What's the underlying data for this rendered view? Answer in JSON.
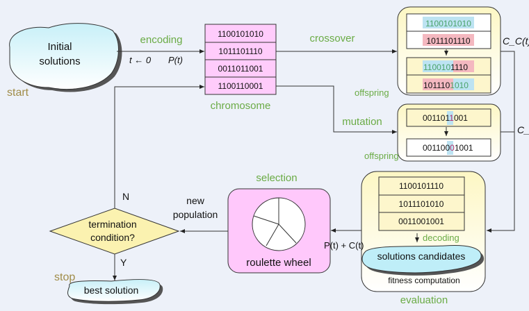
{
  "start": {
    "cloud_line1": "Initial",
    "cloud_line2": "solutions",
    "label": "start"
  },
  "encoding": {
    "label": "encoding",
    "init": "t ← 0",
    "pop": "P(t)"
  },
  "chromosome": {
    "label": "chromosome",
    "rows": [
      "1100101010",
      "1011101110",
      "0011011001",
      "1100110001"
    ]
  },
  "crossover": {
    "label": "crossover",
    "offspring_label": "offspring",
    "output_label": "C_C(t)",
    "parents": [
      "1100101010",
      "1011101110"
    ],
    "children": [
      {
        "left": "110010",
        "right": "1110"
      },
      {
        "left": "101110",
        "right": "1010"
      }
    ]
  },
  "mutation": {
    "label": "mutation",
    "offspring_label": "offspring",
    "output_label": "C_M",
    "before": {
      "pre": "001101",
      "bit": "1",
      "post": "001"
    },
    "after": {
      "pre": "001100",
      "bit": "0",
      "post": "1001"
    }
  },
  "evaluation": {
    "label": "evaluation",
    "rows": [
      "1100101110",
      "1011101010",
      "0011001001"
    ],
    "decoding": "decoding",
    "candidates": "solutions candidates",
    "fitness": "fitness computation"
  },
  "selection": {
    "label": "selection",
    "wheel": "roulette wheel",
    "input_label": "P(t) + C(t)"
  },
  "new_population": {
    "line1": "new",
    "line2": "population"
  },
  "termination": {
    "line1": "termination",
    "line2": "condition?",
    "no": "N",
    "yes": "Y"
  },
  "stop": {
    "label": "stop",
    "result": "best solution"
  },
  "colors": {
    "chromosome_fill": "#ffccfb",
    "parent1_highlight": "#bde3f2",
    "parent2_highlight": "#f4b8c0",
    "label_green": "#6aab45",
    "start_stop": "#a08c48",
    "decision_fill": "#fbf2b0"
  }
}
